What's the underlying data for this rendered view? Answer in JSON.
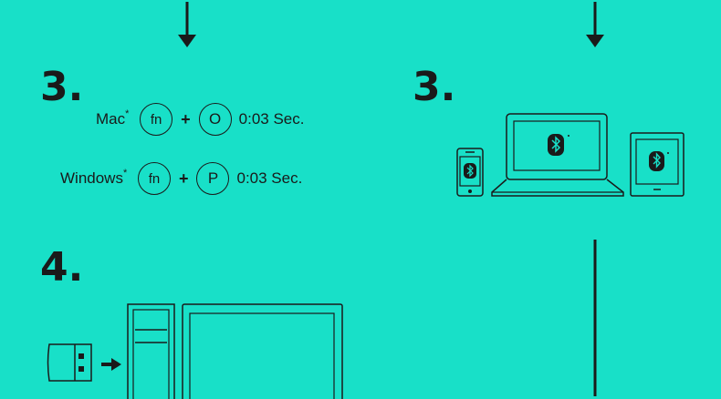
{
  "left_column": {
    "step_3": {
      "number": "3.",
      "mac": {
        "label": "Mac",
        "marker": "*",
        "key_1": "fn",
        "plus": "+",
        "key_2": "O",
        "duration": "0:03 Sec."
      },
      "windows": {
        "label": "Windows",
        "marker": "*",
        "key_1": "fn",
        "plus": "+",
        "key_2": "P",
        "duration": "0:03 Sec."
      }
    },
    "step_4": {
      "number": "4."
    }
  },
  "right_column": {
    "step_3": {
      "number": "3."
    }
  },
  "colors": {
    "background": "#18e0c8",
    "ink": "#1a1a1a"
  },
  "icons": [
    "down-arrow-icon",
    "bluetooth-icon",
    "phone-icon",
    "laptop-icon",
    "tablet-icon",
    "usb-receiver-icon",
    "desktop-tower-icon",
    "monitor-icon",
    "right-arrow-icon"
  ]
}
